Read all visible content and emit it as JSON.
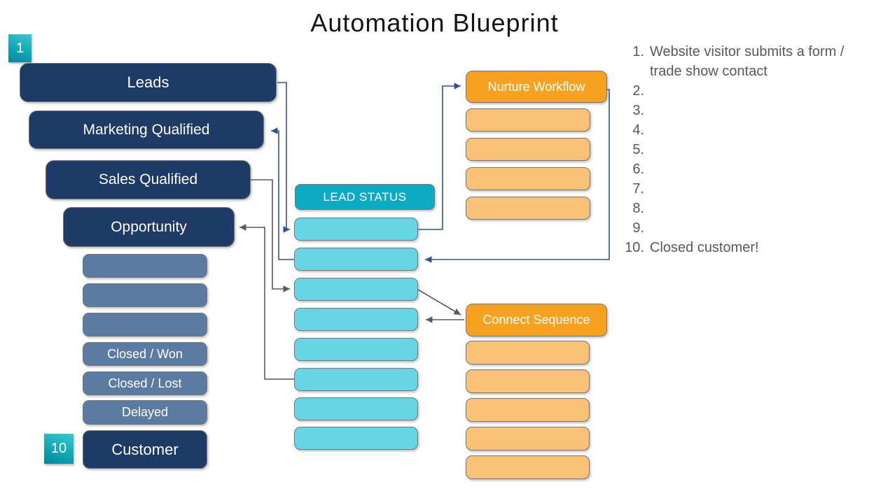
{
  "title": "Automation Blueprint",
  "step_badges": {
    "first": "1",
    "last": "10"
  },
  "funnel": {
    "stages": [
      {
        "label": "Leads"
      },
      {
        "label": "Marketing Qualified"
      },
      {
        "label": "Sales Qualified"
      },
      {
        "label": "Opportunity"
      },
      {
        "label": ""
      },
      {
        "label": ""
      },
      {
        "label": ""
      },
      {
        "label": "Closed / Won"
      },
      {
        "label": "Closed / Lost"
      },
      {
        "label": "Delayed"
      },
      {
        "label": "Customer"
      }
    ]
  },
  "lead_status": {
    "header": "LEAD STATUS",
    "empty_rows": 8
  },
  "nurture_workflow": {
    "header": "Nurture Workflow",
    "empty_rows": 4
  },
  "connect_sequence": {
    "header": "Connect Sequence",
    "empty_rows": 5
  },
  "notes": {
    "items": [
      {
        "number": "1.",
        "text": "Website visitor submits a form / trade show contact"
      },
      {
        "number": "2.",
        "text": ""
      },
      {
        "number": "3.",
        "text": ""
      },
      {
        "number": "4.",
        "text": ""
      },
      {
        "number": "5.",
        "text": ""
      },
      {
        "number": "6.",
        "text": ""
      },
      {
        "number": "7.",
        "text": ""
      },
      {
        "number": "8.",
        "text": ""
      },
      {
        "number": "9.",
        "text": ""
      },
      {
        "number": "10.",
        "text": "Closed customer!"
      }
    ]
  },
  "colors": {
    "navy": "#1E3A67",
    "slate_blue": "#5C7BA3",
    "teal": "#0CAAC4",
    "cyan": "#68D5E4",
    "orange": "#F7A120",
    "light_orange": "#FAC178",
    "connector_navy": "#2F5496",
    "connector_gray": "#595959",
    "note_text": "#595959",
    "badge_teal": "#12A7B5"
  }
}
